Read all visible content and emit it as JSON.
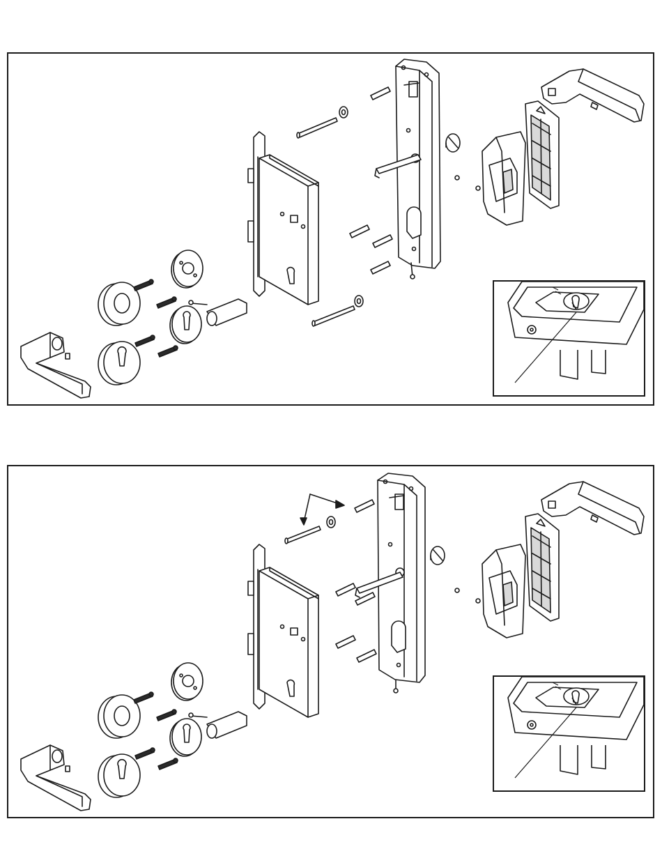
{
  "figure": {
    "panels": [
      {
        "id": "step-a",
        "components": [
          "lever-handle-left",
          "rose-outer",
          "rose-inner",
          "escutcheon-outer",
          "escutcheon-inner",
          "wood-screws",
          "euro-cylinder",
          "mortise-lock",
          "long-screws",
          "washers",
          "spindle",
          "backplate",
          "plastic-plug",
          "electronics-module",
          "cover-frame",
          "lever-handle-right",
          "grub-screws"
        ],
        "inset": "detail-keyway-cutout",
        "arrows": 0
      },
      {
        "id": "step-b",
        "components": [
          "lever-handle-left",
          "rose-outer",
          "rose-inner",
          "escutcheon-outer",
          "escutcheon-inner",
          "wood-screws",
          "euro-cylinder",
          "mortise-lock",
          "long-screws",
          "washers",
          "spindle",
          "backplate",
          "plastic-plug",
          "electronics-module",
          "cover-frame",
          "lever-handle-right",
          "grub-screws"
        ],
        "inset": "detail-keyway-cutout",
        "arrows": 2
      }
    ],
    "colors": {
      "line": "#1a1a1a",
      "fill": "#ffffff",
      "shade": "#d9d9d9",
      "dark": "#2b2b2b"
    }
  }
}
